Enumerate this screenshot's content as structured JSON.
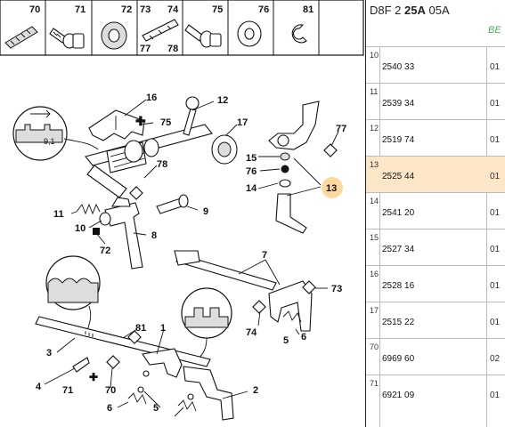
{
  "header": {
    "prefix": "D8F 2 ",
    "bold": "25A",
    "suffix": " 05A"
  },
  "brand_partial": "BE",
  "strip": [
    {
      "ref": "70",
      "icon": "roll-pin-icon"
    },
    {
      "ref": "71",
      "icon": "screw-washer-icon"
    },
    {
      "ref": "72",
      "icon": "nut-icon"
    },
    {
      "ref": "73",
      "icon": "pin-icon",
      "ref2": "77"
    },
    {
      "ref": "74",
      "icon": "pin-icon",
      "ref2": "78"
    },
    {
      "ref": "75",
      "icon": "bolt-icon"
    },
    {
      "ref": "76",
      "icon": "washer-icon"
    },
    {
      "ref": "81",
      "icon": "circlip-icon"
    }
  ],
  "labels": {
    "l1": "1",
    "l2": "2",
    "l3": "3",
    "l4": "4",
    "l5": "5",
    "l5b": "5",
    "l6": "6",
    "l6b": "6",
    "l7": "7",
    "l8": "8",
    "l9": "9",
    "l10": "10",
    "l11": "11",
    "l12": "12",
    "l13": "13",
    "l14": "14",
    "l15": "15",
    "l16": "16",
    "l17": "17",
    "l70": "70",
    "l71": "71",
    "l72": "72",
    "l73": "73",
    "l74": "74",
    "l75": "75",
    "l76": "76",
    "l77": "77",
    "l78": "78",
    "l81": "81",
    "dim": "9,1"
  },
  "table": [
    {
      "ref": "10",
      "pn": "2540 33",
      "qty": "01",
      "selected": false
    },
    {
      "ref": "11",
      "pn": "2539 34",
      "qty": "01",
      "selected": false
    },
    {
      "ref": "12",
      "pn": "2519 74",
      "qty": "01",
      "selected": false
    },
    {
      "ref": "13",
      "pn": "2525 44",
      "qty": "01",
      "selected": true
    },
    {
      "ref": "14",
      "pn": "2541 20",
      "qty": "01",
      "selected": false
    },
    {
      "ref": "15",
      "pn": "2527 34",
      "qty": "01",
      "selected": false
    },
    {
      "ref": "16",
      "pn": "2528 16",
      "qty": "01",
      "selected": false
    },
    {
      "ref": "17",
      "pn": "2515 22",
      "qty": "01",
      "selected": false
    },
    {
      "ref": "70",
      "pn": "6969 60",
      "qty": "02",
      "selected": false
    },
    {
      "ref": "71",
      "pn": "6921 09",
      "qty": "01",
      "selected": false
    }
  ],
  "colors": {
    "highlight": "#fde5c8",
    "callout": "#fdd9a0",
    "brand": "#4caf50"
  }
}
